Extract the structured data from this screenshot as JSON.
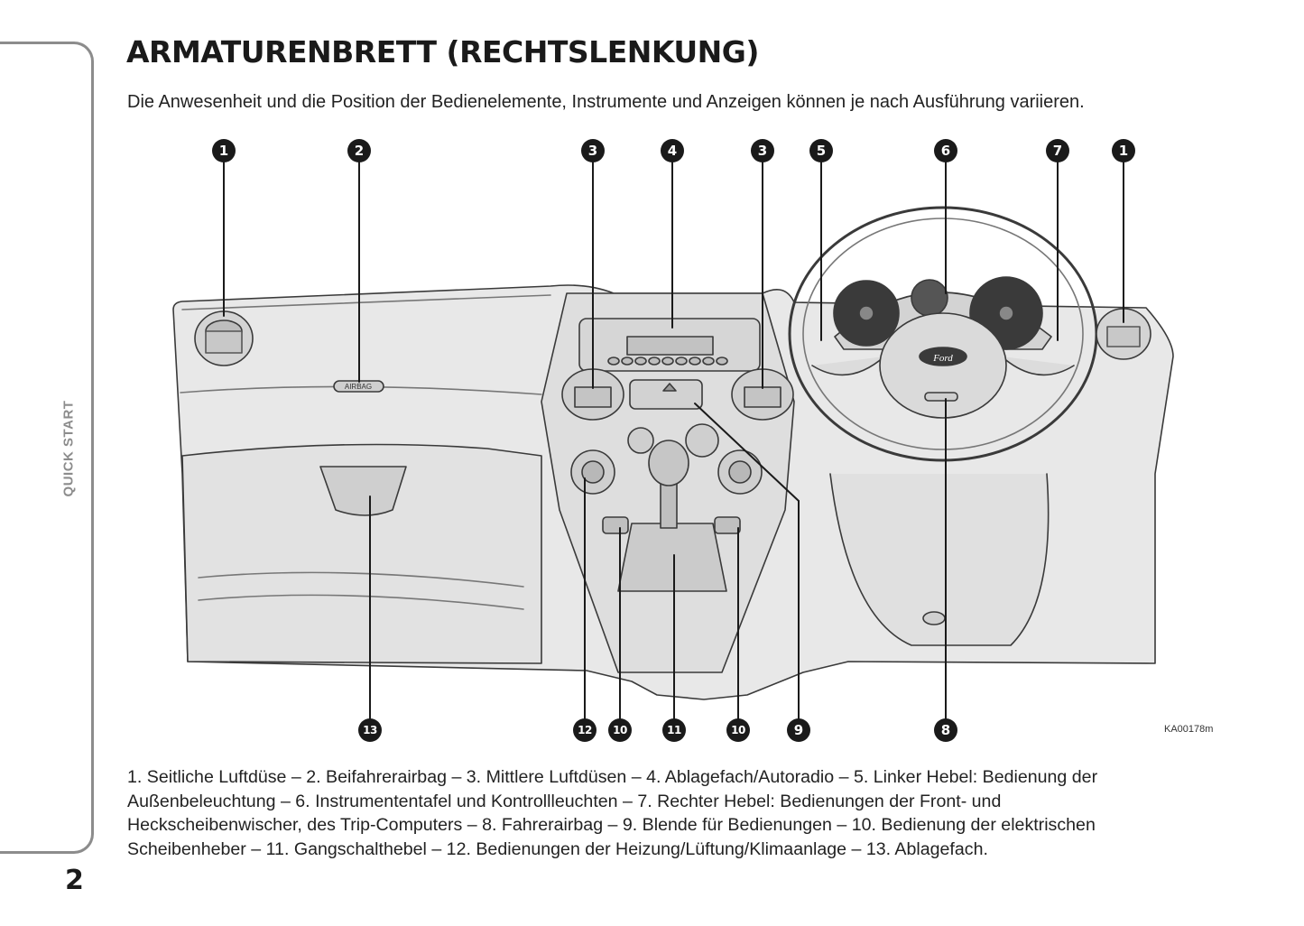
{
  "side_tab": {
    "label": "QUICK START"
  },
  "page_number": "2",
  "title": "ARMATURENBRETT (RECHTSLENKUNG)",
  "intro": "Die Anwesenheit und die Position der Bedienelemente, Instrumente und Anzeigen können je nach Ausführung variieren.",
  "figure": {
    "code": "KA00178m",
    "airbag_text": "AIRBAG",
    "brand_text": "Ford",
    "callouts_top": [
      "1",
      "2",
      "3",
      "4",
      "3",
      "5",
      "6",
      "7",
      "1"
    ],
    "callouts_bottom": [
      "13",
      "12",
      "10",
      "11",
      "10",
      "9",
      "8"
    ]
  },
  "legend": "1. Seitliche Luftdüse – 2. Beifahrerairbag – 3. Mittlere Luftdüsen – 4. Ablagefach/Autoradio – 5. Linker Hebel: Bedienung der Außenbeleuchtung – 6. Instrumententafel und Kontrollleuchten – 7. Rechter Hebel: Bedienungen der Front- und Heckscheibenwischer, des Trip-Computers – 8. Fahrerairbag – 9. Blende für Bedienungen – 10. Bedienung der elektrischen Scheibenheber – 11. Gangschalthebel – 12. Bedienungen der Heizung/Lüftung/Klimaanlage – 13. Ablagefach."
}
